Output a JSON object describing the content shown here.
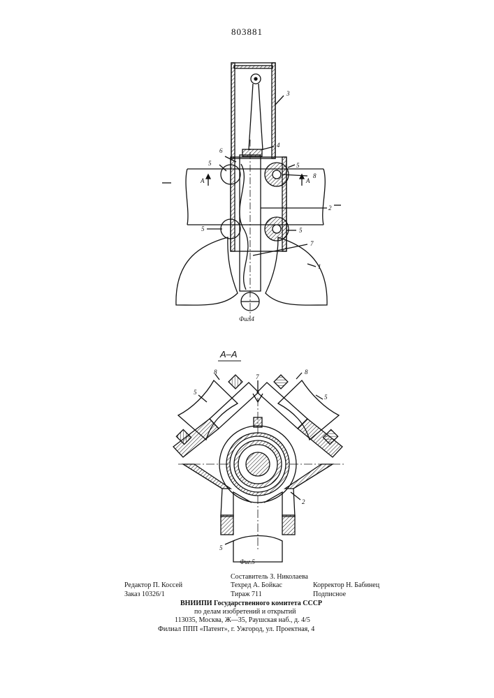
{
  "header": {
    "patent_number": "803881"
  },
  "figure4": {
    "caption": "Фиг.4",
    "labels": {
      "l1": "1",
      "l2": "2",
      "l3": "3",
      "l4": "4",
      "l5a": "5",
      "l5b": "5",
      "l5c": "5",
      "l5d": "5",
      "l6": "6",
      "l7": "7",
      "l8": "8",
      "secA_left": "А",
      "secA_right": "А"
    }
  },
  "figure5": {
    "title": "А–А",
    "caption": "Фиг.5",
    "labels": {
      "l2": "2",
      "l5a": "5",
      "l5b": "5",
      "l5c": "5",
      "l7": "7",
      "l8a": "8",
      "l8b": "8"
    }
  },
  "imprint": {
    "editor": "Редактор П. Коссей",
    "order": "Заказ 10326/1",
    "compiler": "Составитель З. Николаева",
    "techred": "Техред А. Бойкас",
    "circulation": "Тираж 711",
    "corrector": "Корректор Н. Бабинец",
    "subscription": "Подписное",
    "org_line1": "ВНИИПИ Государственного комитета СССР",
    "org_line2": "по делам изобретений и открытий",
    "org_line3": "113035, Москва, Ж—35, Раушская наб., д. 4/5",
    "branch": "Филиал ППП «Патент», г. Ужгород, ул. Проектная, 4"
  }
}
